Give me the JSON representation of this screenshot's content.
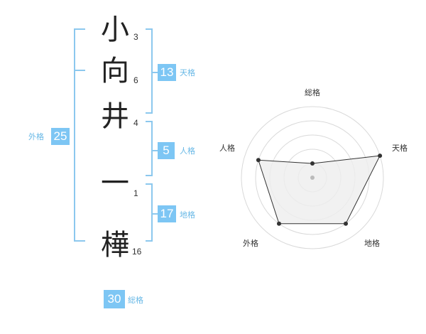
{
  "name": {
    "characters": [
      {
        "char": "小",
        "strokes": "3"
      },
      {
        "char": "向",
        "strokes": "6"
      },
      {
        "char": "井",
        "strokes": "4"
      },
      {
        "char": "一",
        "strokes": "1"
      },
      {
        "char": "樺",
        "strokes": "16"
      }
    ]
  },
  "fortune": {
    "tenkaku": {
      "value": "13",
      "label": "天格"
    },
    "jinkaku": {
      "value": "5",
      "label": "人格"
    },
    "chikaku": {
      "value": "17",
      "label": "地格"
    },
    "gaikaku": {
      "value": "25",
      "label": "外格"
    },
    "soukaku": {
      "value": "30",
      "label": "総格"
    }
  },
  "chart_data": {
    "type": "radar",
    "axes": [
      "総格",
      "天格",
      "地格",
      "外格",
      "人格"
    ],
    "values": [
      1,
      5,
      4,
      4,
      4
    ],
    "range": [
      0,
      5
    ],
    "rings": 5,
    "colors": {
      "fill": "#eeeeee",
      "stroke": "#333333",
      "grid": "#d9d9d9",
      "center": "#bbbbbb"
    }
  }
}
